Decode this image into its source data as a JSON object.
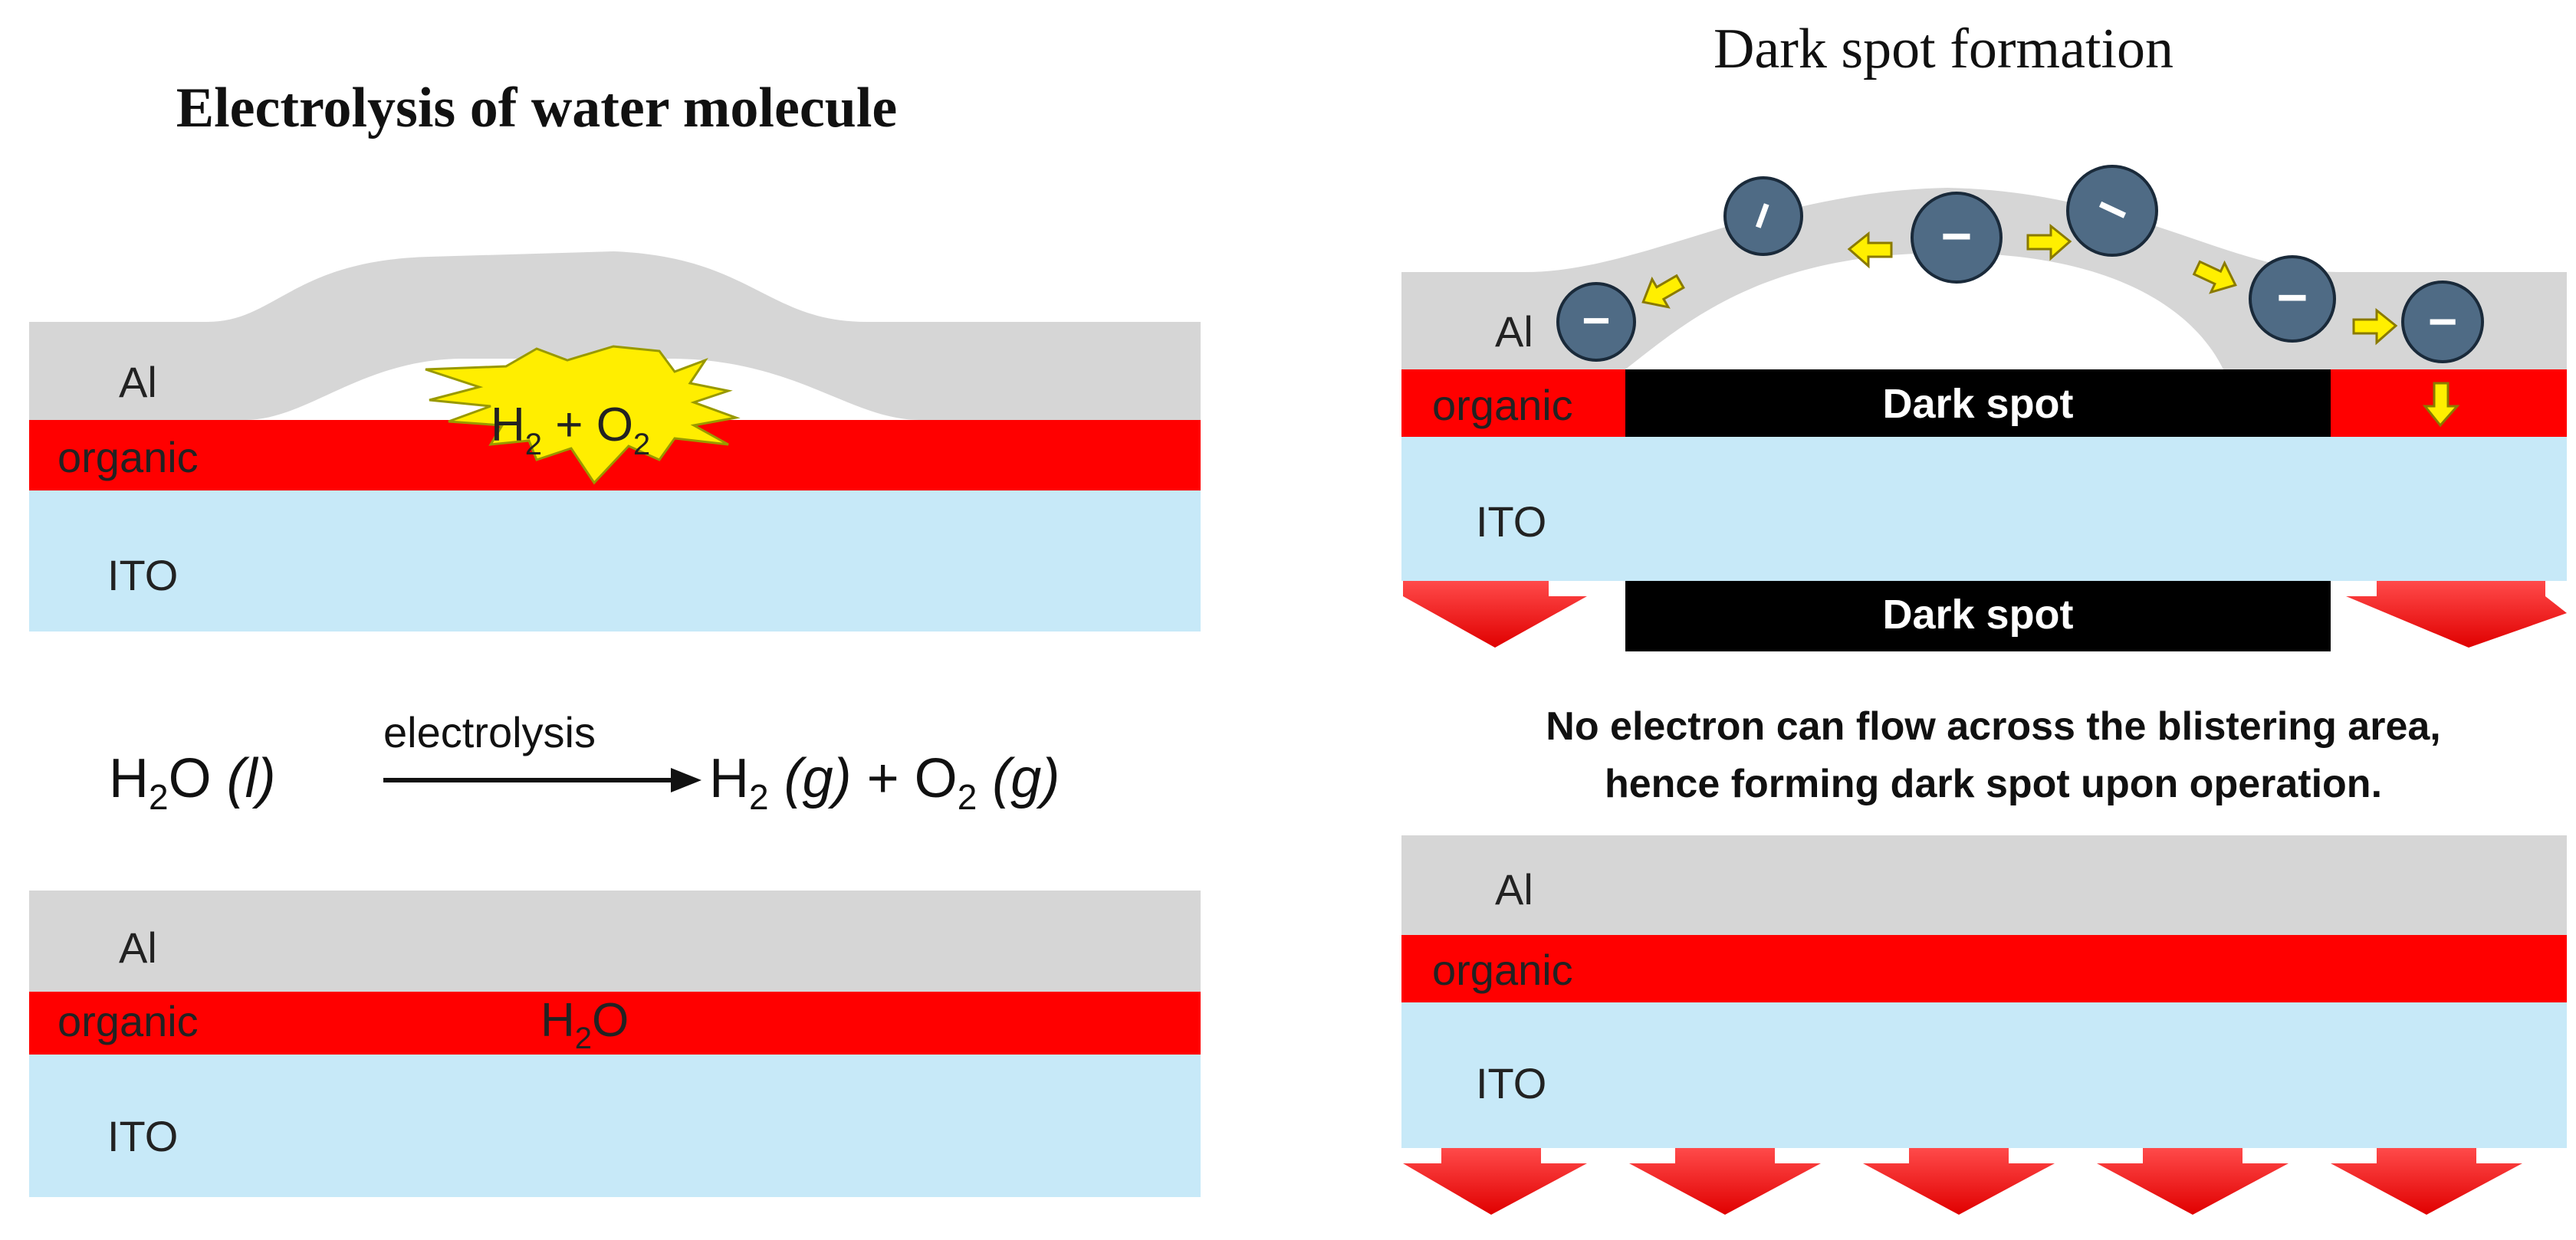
{
  "left": {
    "title": "Electrolysis of water molecule",
    "top_stack": {
      "al_label": "Al",
      "organic_label": "organic",
      "ito_label": "ITO",
      "burst_text": {
        "h": "H",
        "sub1": "2",
        "plus": " + O",
        "sub2": "2"
      }
    },
    "equation": {
      "lhs_h": "H",
      "lhs_sub": "2",
      "lhs_rest": "O",
      "lhs_state": "(l)",
      "arrow_label": "electrolysis",
      "rhs_h": "H",
      "rhs_sub": "2",
      "rhs_state1": "(g)",
      "rhs_plus": "+ O",
      "rhs_sub2": "2",
      "rhs_state2": "(g)"
    },
    "bottom_stack": {
      "al_label": "Al",
      "organic_label": "organic",
      "ito_label": "ITO",
      "water": {
        "h": "H",
        "sub": "2",
        "o": "O"
      }
    }
  },
  "right": {
    "title": "Dark spot formation",
    "top_stack": {
      "al_label": "Al",
      "organic_label": "organic",
      "ito_label": "ITO",
      "dark_spot_label": "Dark spot",
      "dark_spot_bottom_label": "Dark spot",
      "electron_symbol": "−"
    },
    "caption_line1": "No electron can flow across the blistering area,",
    "caption_line2": "hence forming dark spot upon operation.",
    "bottom_stack": {
      "al_label": "Al",
      "organic_label": "organic",
      "ito_label": "ITO"
    }
  },
  "colors": {
    "al": "#d6d6d6",
    "organic": "#ff0000",
    "ito": "#c7e9f8",
    "dark_spot": "#000000",
    "electron": "#4f6b85",
    "electron_arrow": "#ffef00",
    "emission_arrow": "#ff1a1a",
    "burst": "#ffee00"
  }
}
